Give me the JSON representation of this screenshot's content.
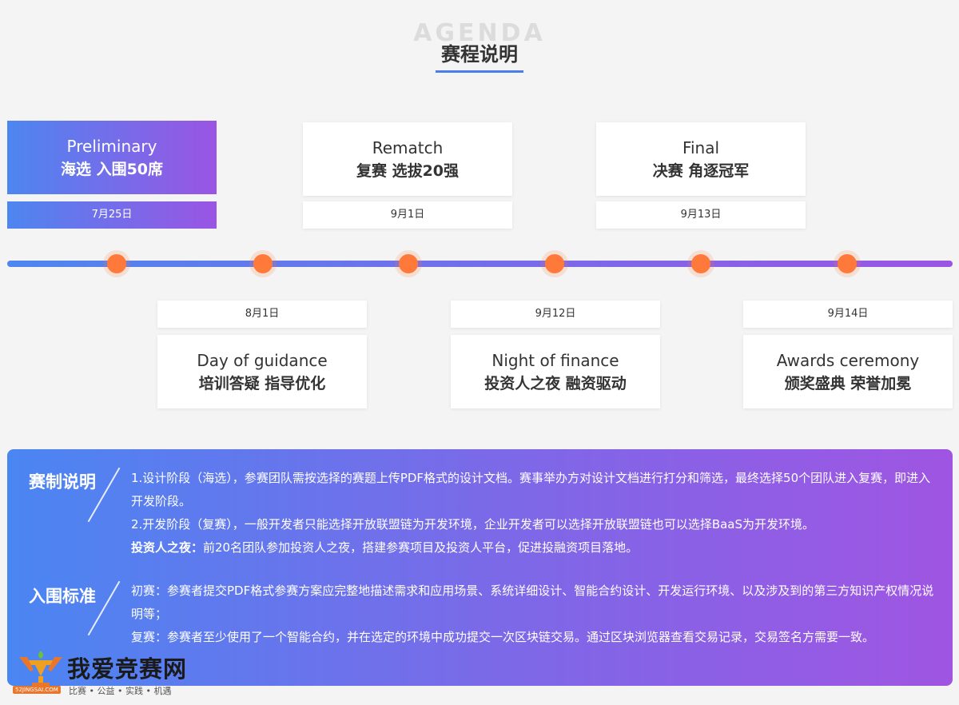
{
  "header": {
    "title_en": "AGENDA",
    "title_cn": "赛程说明"
  },
  "stages_top": [
    {
      "en": "Preliminary",
      "cn": "海选 入围50席",
      "date": "7月25日"
    },
    {
      "en": "Rematch",
      "cn": "复赛 选拔20强",
      "date": "9月1日"
    },
    {
      "en": "Final",
      "cn": "决赛 角逐冠军",
      "date": "9月13日"
    }
  ],
  "stages_bottom": [
    {
      "en": "Day of guidance",
      "cn": "培训答疑 指导优化",
      "date": "8月1日"
    },
    {
      "en": "Night of finance",
      "cn": "投资人之夜 融资驱动",
      "date": "9月12日"
    },
    {
      "en": "Awards ceremony",
      "cn": "颁奖盛典 荣誉加冕",
      "date": "9月14日"
    }
  ],
  "rules": {
    "title": "赛制说明",
    "line1": "1.设计阶段（海选），参赛团队需按选择的赛题上传PDF格式的设计文档。赛事举办方对设计文档进行打分和筛选，最终选择50个团队进入复赛，即进入开发阶段。",
    "line2": "2.开发阶段（复赛），一般开发者只能选择开放联盟链为开发环境，企业开发者可以选择开放联盟链也可以选择BaaS为开发环境。",
    "line3_bold": "投资人之夜：",
    "line3": "前20名团队参加投资人之夜，搭建参赛项目及投资人平台，促进投融资项目落地。"
  },
  "criteria": {
    "title": "入围标准",
    "line1": "初赛：参赛者提交PDF格式参赛方案应完整地描述需求和应用场景、系统详细设计、智能合约设计、开发运行环境、以及涉及到的第三方知识产权情况说明等；",
    "line2": "复赛：参赛者至少使用了一个智能合约，并在选定的环境中成功提交一次区块链交易。通过区块浏览器查看交易记录，交易签名方需要一致。"
  },
  "logo": {
    "brand": "我爱竞赛网",
    "url": "52JINGSAI.COM",
    "tags": "比赛 • 公益 • 实践 • 机遇"
  },
  "colors": {
    "gradient_start": "#4d86f0",
    "gradient_end": "#9a55e3",
    "dot": "#ff7a3a",
    "underline": "#4a7df0"
  }
}
